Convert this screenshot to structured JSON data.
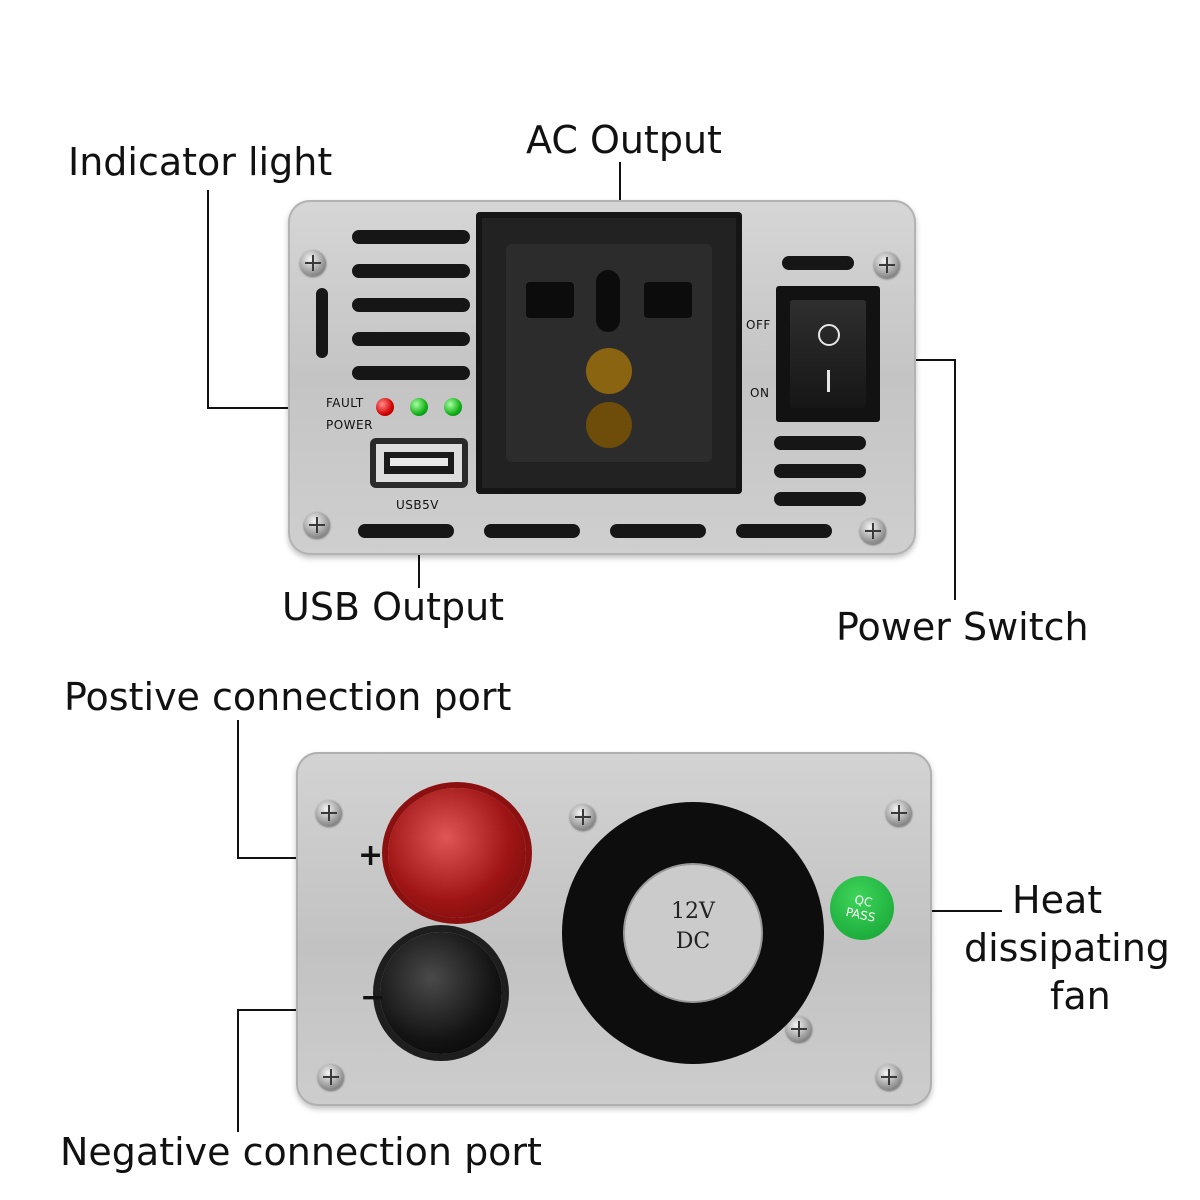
{
  "labels": {
    "indicator_light": "Indicator light",
    "ac_output": "AC Output",
    "usb_output": "USB Output",
    "power_switch": "Power Switch",
    "positive_port": "Postive connection port",
    "negative_port": "Negative connection port",
    "heat_fan_line1": "Heat",
    "heat_fan_line2": "dissipating",
    "heat_fan_line3": "fan"
  },
  "front_panel": {
    "fault_text": "FAULT",
    "power_text": "POWER",
    "usb_text": "USB5V",
    "switch_off": "OFF",
    "switch_on": "ON",
    "switch_symbol_off": "O",
    "switch_symbol_on": "I"
  },
  "back_panel": {
    "plus_sign": "+",
    "minus_sign": "−",
    "fan_voltage": "12V",
    "fan_type": "DC",
    "badge_line1": "QC",
    "badge_line2": "PASS"
  },
  "colors": {
    "led_fault": "#d40000",
    "led_power": "#12b012",
    "positive_terminal": "#a01515",
    "negative_terminal": "#141414",
    "badge": "#12a032"
  }
}
